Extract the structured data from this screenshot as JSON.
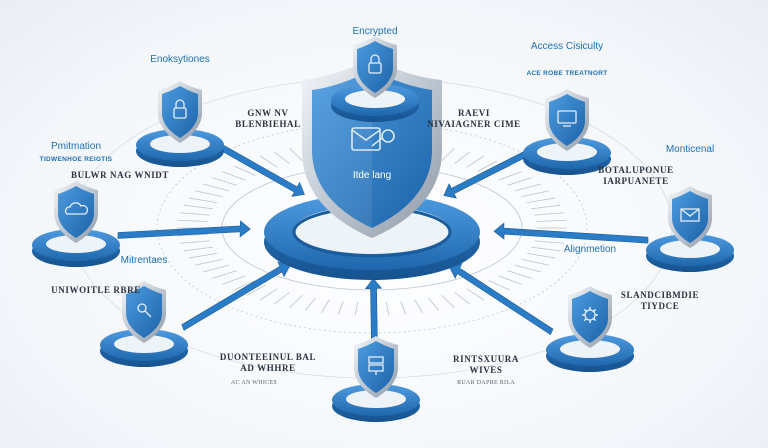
{
  "center": {
    "label": "Itde lang",
    "icon": "key-envelope-icon"
  },
  "nodes": [
    {
      "id": "encrypted",
      "title": "Encrypted",
      "subtitle": "",
      "icon": "lock-icon"
    },
    {
      "id": "encryptions",
      "title": "Enoksytiones",
      "subtitle": "",
      "icon": "lock-icon"
    },
    {
      "id": "access",
      "title": "Access Cisiculty",
      "subtitle": "ACE ROBE TREATNORT",
      "icon": "monitor-icon"
    },
    {
      "id": "protection",
      "title": "Pmitmation",
      "subtitle": "TIDWENHOE REIGTIS",
      "icon": "cloud-icon"
    },
    {
      "id": "monitoring",
      "title": "Monticenal",
      "subtitle": "",
      "icon": "mail-icon"
    },
    {
      "id": "mitigation",
      "title": "Mitrentaes",
      "subtitle": "",
      "icon": "shield-key-icon"
    },
    {
      "id": "alignment",
      "title": "Alignmetion",
      "subtitle": "",
      "icon": "gear-icon"
    },
    {
      "id": "server",
      "title": "",
      "subtitle": "",
      "icon": "server-icon"
    }
  ],
  "captions": [
    {
      "id": "top-left",
      "lines": [
        "GNW NV",
        "BLENBIEHAL"
      ]
    },
    {
      "id": "top-right",
      "lines": [
        "RAEVI",
        "NIVAIAGNER CIME"
      ]
    },
    {
      "id": "mid-left",
      "lines": [
        "BULWR NAG WNIDT"
      ]
    },
    {
      "id": "mid-right",
      "lines": [
        "BOTALUPONUE",
        "IARPUANETE"
      ]
    },
    {
      "id": "low-left",
      "lines": [
        "UNIWOITLE RBRE"
      ]
    },
    {
      "id": "low-right",
      "lines": [
        "SLANDCIBMDIE",
        "TIYDCE"
      ]
    },
    {
      "id": "bottom-left",
      "lines": [
        "DUONTEEINUL BAL",
        "AD WHHRE"
      ]
    },
    {
      "id": "bottom-right",
      "lines": [
        "RINTSXUURA",
        "WIVES"
      ]
    }
  ],
  "captions_small": [
    {
      "id": "bottom-left-small",
      "text": "AC AN WHICES"
    },
    {
      "id": "bottom-right-small",
      "text": "RUAR DAPRE RILA"
    }
  ],
  "colors": {
    "accent": "#2b7cc7",
    "accent_dark": "#1b5a98",
    "accent_light": "#5fa6e0",
    "silver": "#cfd6de",
    "text": "#1f6fb3"
  }
}
